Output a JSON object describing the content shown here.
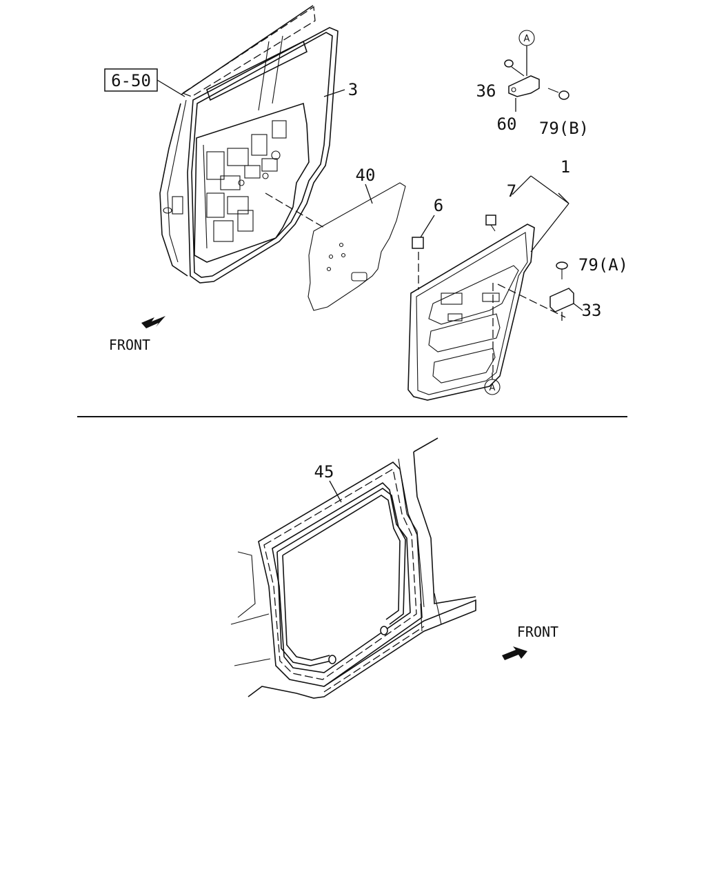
{
  "callouts": {
    "c_6_50": "6-50",
    "c_3": "3",
    "c_40": "40",
    "c_6": "6",
    "c_7": "7",
    "c_1": "1",
    "c_79a": "79(A)",
    "c_33": "33",
    "c_36": "36",
    "c_60": "60",
    "c_79b": "79(B)",
    "c_45": "45",
    "ref_a_top": "A",
    "ref_a_bottom": "A"
  },
  "directions": {
    "front_top": "FRONT",
    "front_bottom": "FRONT"
  }
}
